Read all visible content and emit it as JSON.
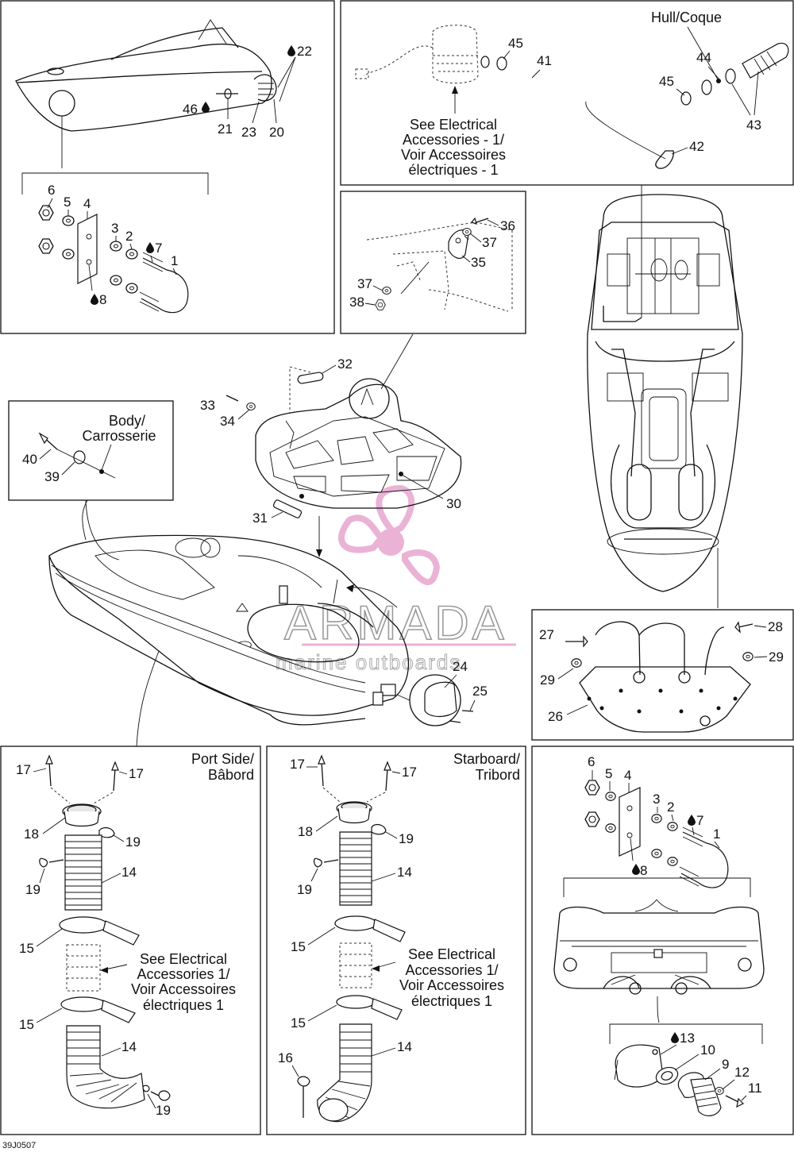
{
  "panels": {
    "top_left": {
      "callouts": [
        "22",
        "46",
        "21",
        "23",
        "20",
        "6",
        "5",
        "4",
        "3",
        "2",
        "7",
        "1",
        "8"
      ]
    },
    "top_right": {
      "hull_caption": "Hull/Coque",
      "electrical_note": [
        "See Electrical",
        "Accessories - 1/",
        "Voir Accessoires",
        "électriques - 1"
      ],
      "callouts": [
        "45",
        "41",
        "44",
        "45",
        "43",
        "42"
      ]
    },
    "middle_small": {
      "callouts": [
        "36",
        "37",
        "35",
        "37",
        "38"
      ]
    },
    "body": {
      "caption": [
        "Body/",
        "Carrosserie"
      ],
      "callouts": [
        "40",
        "39"
      ]
    },
    "center": {
      "callouts": [
        "32",
        "33",
        "34",
        "30",
        "31",
        "24",
        "25"
      ]
    },
    "right_cover": {
      "callouts": [
        "27",
        "28",
        "29",
        "29",
        "26"
      ]
    },
    "port": {
      "caption": [
        "Port Side/",
        "Bâbord"
      ],
      "electrical_note": [
        "See Electrical",
        "Accessories 1/",
        "Voir Accessoires",
        "électriques 1"
      ],
      "callouts": [
        "17",
        "17",
        "18",
        "19",
        "19",
        "14",
        "15",
        "15",
        "14",
        "19"
      ]
    },
    "starboard": {
      "caption": [
        "Starboard/",
        "Tribord"
      ],
      "electrical_note": [
        "See Electrical",
        "Accessories 1/",
        "Voir Accessoires",
        "électriques 1"
      ],
      "callouts": [
        "17",
        "17",
        "18",
        "19",
        "19",
        "14",
        "15",
        "15",
        "16",
        "14"
      ]
    },
    "bottom_right": {
      "callouts": [
        "6",
        "5",
        "4",
        "3",
        "2",
        "7",
        "1",
        "8",
        "13",
        "10",
        "9",
        "12",
        "11"
      ]
    }
  },
  "watermark": {
    "brand": "ARMADA",
    "tagline": "marine outboards"
  },
  "drawing_code": "39J0507",
  "colors": {
    "line": "#111111",
    "watermark_pink": "#e7a6cf",
    "watermark_gray": "#8a8a8a"
  },
  "icons": {
    "sealant_drop": "drop-icon"
  }
}
